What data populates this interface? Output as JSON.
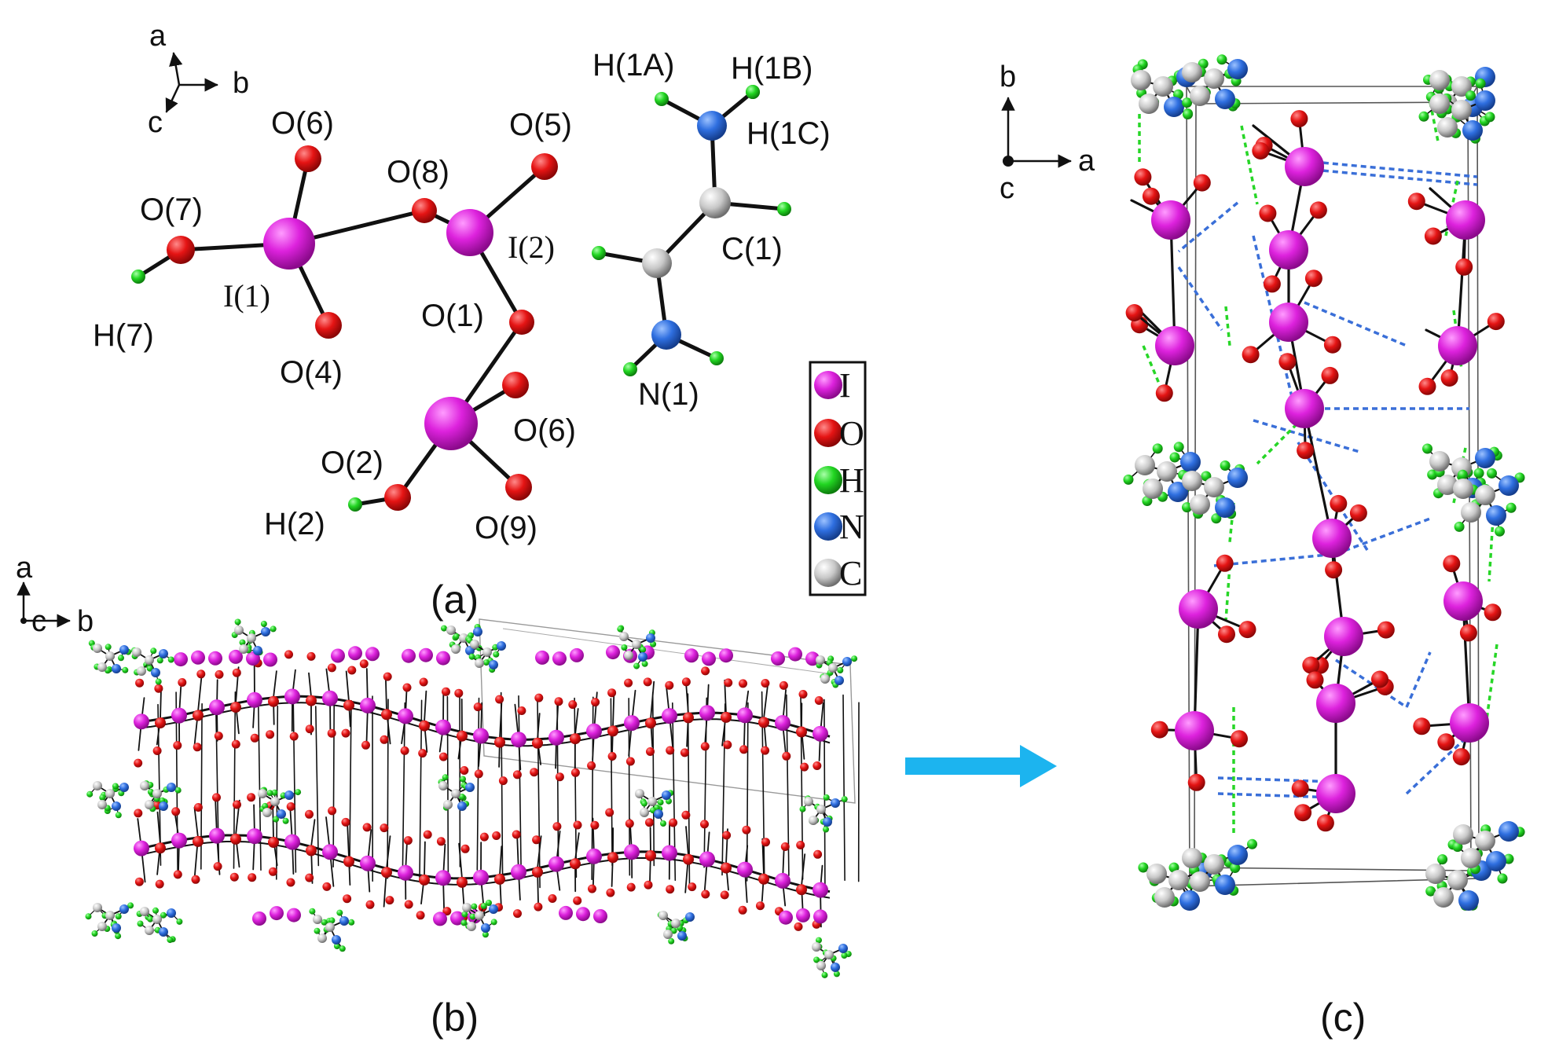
{
  "panel_a": {
    "caption": "(a)",
    "axes": {
      "a": "a",
      "b": "b",
      "c": "c"
    },
    "atom_labels": {
      "O6_top": "O(6)",
      "O7": "O(7)",
      "H7": "H(7)",
      "I1": "I(1)",
      "O4": "O(4)",
      "O8": "O(8)",
      "I2": "I(2)",
      "O5": "O(5)",
      "O1": "O(1)",
      "O2": "O(2)",
      "H2": "H(2)",
      "O6_low": "O(6)",
      "O9": "O(9)",
      "H1A": "H(1A)",
      "H1B": "H(1B)",
      "H1C": "H(1C)",
      "C1": "C(1)",
      "N1": "N(1)"
    },
    "legend": [
      {
        "symbol": "I",
        "color": "#dd22dd"
      },
      {
        "symbol": "O",
        "color": "#e51414"
      },
      {
        "symbol": "H",
        "color": "#22d622"
      },
      {
        "symbol": "N",
        "color": "#2f6fe0"
      },
      {
        "symbol": "C",
        "color": "#c8c8c8"
      }
    ]
  },
  "panel_b": {
    "caption": "(b)",
    "axes": {
      "a": "a",
      "c": "c",
      "b": "b"
    }
  },
  "panel_c": {
    "caption": "(c)",
    "axes": {
      "b": "b",
      "a": "a",
      "c": "c"
    }
  },
  "colors": {
    "iodine": "#dd22dd",
    "oxygen": "#e51414",
    "hydrogen": "#22d622",
    "nitrogen": "#2f6fe0",
    "carbon": "#c8c8c8",
    "arrow": "#1cb4ef",
    "hbond_blue": "#3a6fd8",
    "hbond_green": "#27d627"
  }
}
